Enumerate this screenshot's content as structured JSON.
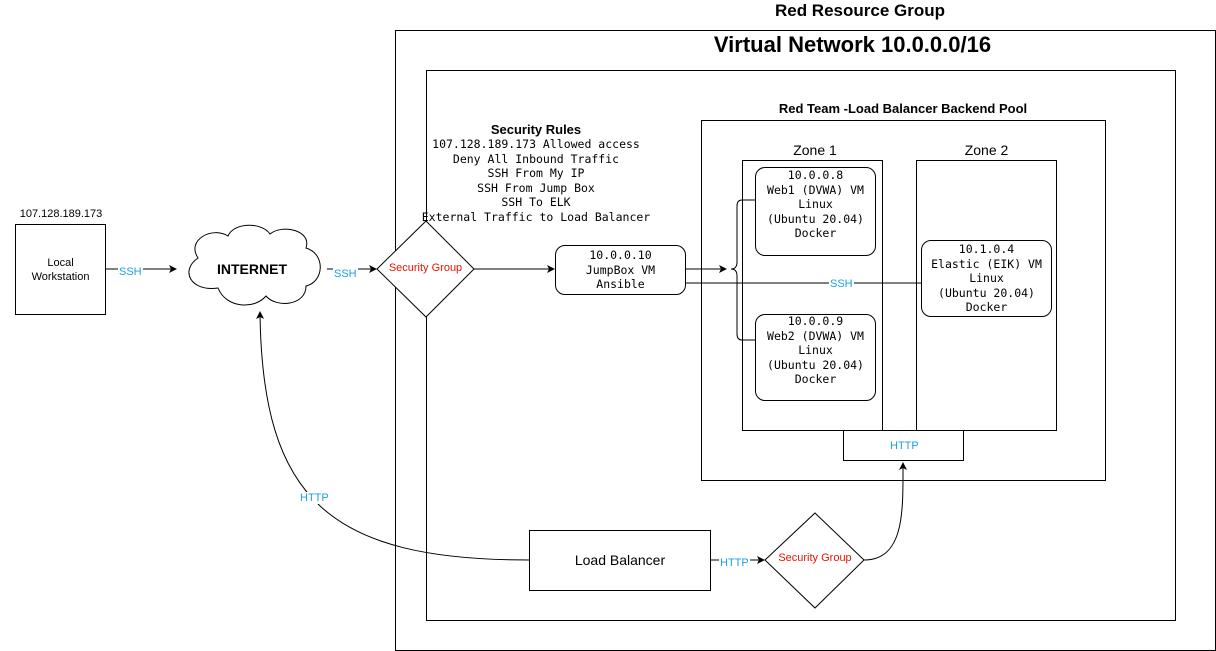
{
  "resource_group_title": "Red Resource Group",
  "vnet_title": "Virtual Network 10.0.0.0/16",
  "backend_pool_title": "Red Team -Load Balancer Backend Pool",
  "security_rules": {
    "title": "Security Rules",
    "lines": "107.128.189.173 Allowed access\nDeny All Inbound Traffic\nSSH From My IP\nSSH From Jump Box\nSSH To ELK\nExternal Traffic to Load Balancer"
  },
  "workstation": {
    "ip": "107.128.189.173",
    "label": "Local\nWorkstation"
  },
  "internet": "INTERNET",
  "security_group_label": "Security Group",
  "jumpbox": "10.0.0.10\nJumpBox VM\nAnsible",
  "zone1": "Zone 1",
  "zone2": "Zone 2",
  "web1": "10.0.0.8\nWeb1 (DVWA) VM\nLinux\n(Ubuntu 20.04)\nDocker",
  "web2": "10.0.0.9\nWeb2 (DVWA) VM\nLinux\n(Ubuntu 20.04)\nDocker",
  "elk": "10.1.0.4\nElastic (EIK) VM\nLinux\n(Ubuntu 20.04)\nDocker",
  "load_balancer": "Load Balancer",
  "edge_labels": {
    "ssh": "SSH",
    "http": "HTTP"
  },
  "colors": {
    "edge_label": "#1ba1e2",
    "security_group_text": "#e51400",
    "stroke": "#000000"
  }
}
